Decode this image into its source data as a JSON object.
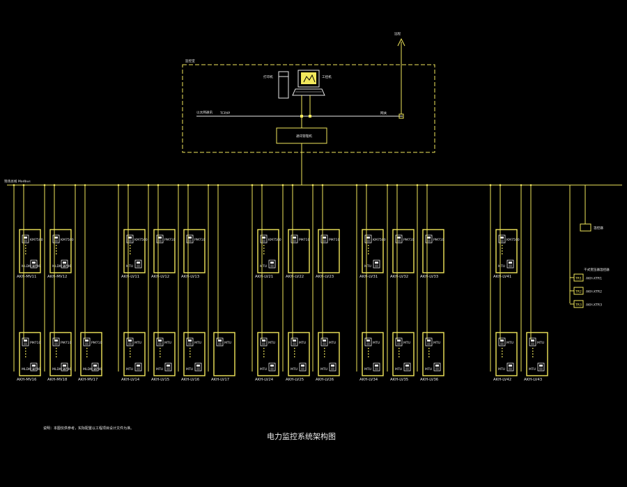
{
  "title": "电力监控系统架构图",
  "note": "说明：本图仅供参考，实际配置以工程项目设计文件为准。",
  "top_arrow_label": "远程",
  "monitor_room_label": "监控室",
  "printer_label": "打印机",
  "pc_label": "工控机",
  "ethernet_label": "以太网通讯",
  "tcpip_label": "TCP/IP",
  "comm_mgr_label": "通讯管理机",
  "gateway_label": "网关",
  "bus_label": "现场总线 Modbus",
  "legend_box_label": "温控器",
  "tr_header": "干式变压器温控器",
  "transformers": [
    {
      "tag": "TR1",
      "label": "AKH-XTR1"
    },
    {
      "tag": "TR2",
      "label": "AKH-XTR2"
    },
    {
      "tag": "TR3",
      "label": "AKH-XTR3"
    }
  ],
  "row1": [
    {
      "label": "AKH-MV11",
      "m1": "KM7500",
      "m2": "MLDM 2746"
    },
    {
      "label": "AKH-MV12",
      "m1": "KM7500",
      "m2": "MLDM 2746"
    },
    {
      "label": "AKH-LV11",
      "m1": "KM7500",
      "m2": "MTU"
    },
    {
      "label": "AKH-LV12",
      "m1": "PM710",
      "m2": ""
    },
    {
      "label": "AKH-LV13",
      "m1": "PM710",
      "m2": ""
    },
    {
      "label": "AKH-LV21",
      "m1": "KM7500",
      "m2": "MTU"
    },
    {
      "label": "AKH-LV22",
      "m1": "PM710",
      "m2": ""
    },
    {
      "label": "AKH-LV23",
      "m1": "PM710",
      "m2": ""
    },
    {
      "label": "AKH-LV31",
      "m1": "KM7500",
      "m2": "MTU"
    },
    {
      "label": "AKH-LV32",
      "m1": "PM710",
      "m2": ""
    },
    {
      "label": "AKH-LV33",
      "m1": "PM710",
      "m2": ""
    },
    {
      "label": "AKH-LV41",
      "m1": "KM7500",
      "m2": "MTU"
    }
  ],
  "row2": [
    {
      "label": "AKH-MV16",
      "m1": "PM710",
      "m2": "MLDM 2746"
    },
    {
      "label": "AKH-MV18",
      "m1": "PM710",
      "m2": "MLDM 2746"
    },
    {
      "label": "AKH-MV17",
      "m1": "PM710",
      "m2": "MLDM 2746"
    },
    {
      "label": "AKH-LV14",
      "m1": "MTU",
      "m2": "MTU"
    },
    {
      "label": "AKH-LV15",
      "m1": "MTU",
      "m2": "MTU"
    },
    {
      "label": "AKH-LV16",
      "m1": "MTU",
      "m2": "MTU"
    },
    {
      "label": "AKH-LV17",
      "m1": "MTU",
      "m2": ""
    },
    {
      "label": "AKH-LV24",
      "m1": "MTU",
      "m2": "MTU"
    },
    {
      "label": "AKH-LV25",
      "m1": "MTU",
      "m2": "MTU"
    },
    {
      "label": "AKH-LV26",
      "m1": "MTU",
      "m2": "MTU"
    },
    {
      "label": "AKH-LV34",
      "m1": "MTU",
      "m2": "MTU"
    },
    {
      "label": "AKH-LV35",
      "m1": "MTU",
      "m2": "MTU"
    },
    {
      "label": "AKH-LV36",
      "m1": "MTU",
      "m2": "MTU"
    },
    {
      "label": "AKH-LV42",
      "m1": "MTU",
      "m2": "MTU"
    },
    {
      "label": "AKH-LV43",
      "m1": "MTU",
      "m2": "MTU"
    }
  ]
}
